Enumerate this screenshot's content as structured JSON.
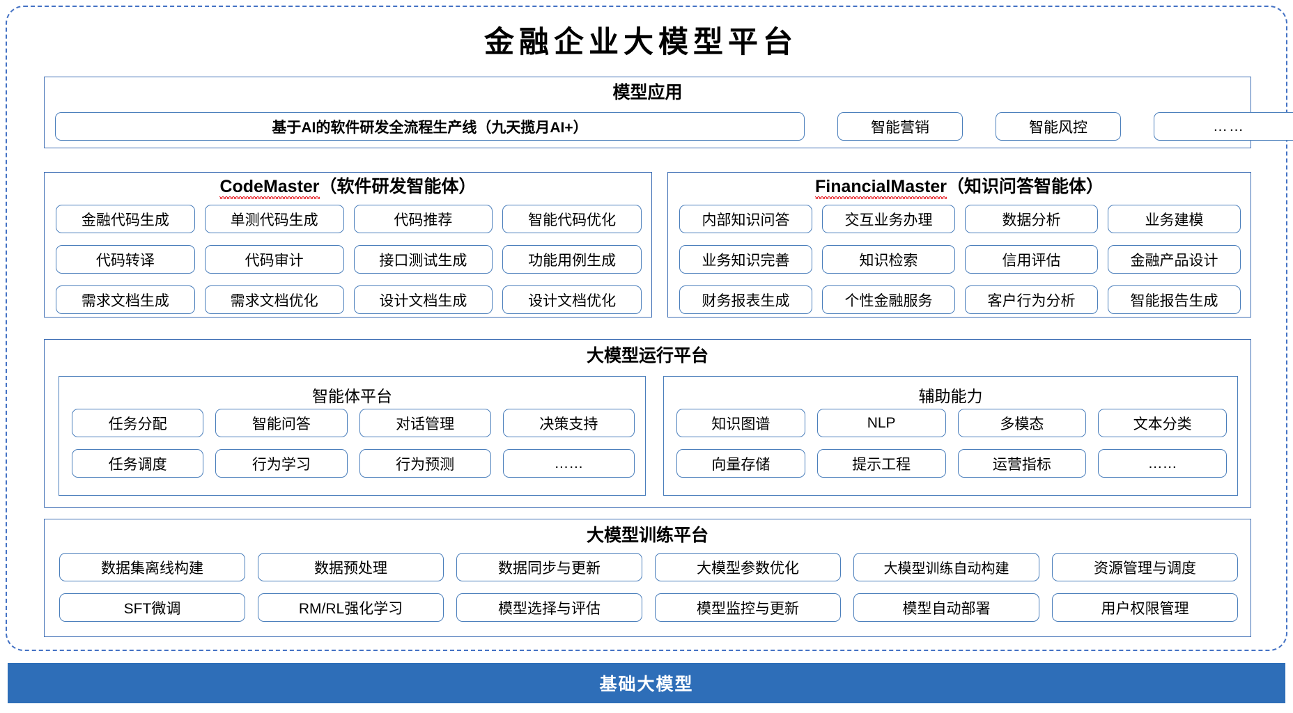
{
  "page": {
    "title": "金融企业大模型平台",
    "accent_blue": "#4472c4",
    "chip_border": "#4a7ebb",
    "footer_blue": "#2e6eb8",
    "spellcheck_red": "#e8232a"
  },
  "model_application": {
    "title": "模型应用",
    "pipeline": "基于AI的软件研发全流程生产线（九天揽月AI+）",
    "items": [
      "智能营销",
      "智能风控"
    ],
    "ellipsis": "……"
  },
  "code_master": {
    "name": "CodeMaster",
    "subtitle": "（软件研发智能体）",
    "spellchecked": true,
    "items": [
      "金融代码生成",
      "单测代码生成",
      "代码推荐",
      "智能代码优化",
      "代码转译",
      "代码审计",
      "接口测试生成",
      "功能用例生成",
      "需求文档生成",
      "需求文档优化",
      "设计文档生成",
      "设计文档优化"
    ]
  },
  "financial_master": {
    "name": "FinancialMaster",
    "subtitle": "（知识问答智能体）",
    "spellchecked": true,
    "items": [
      "内部知识问答",
      "交互业务办理",
      "数据分析",
      "业务建模",
      "业务知识完善",
      "知识检索",
      "信用评估",
      "金融产品设计",
      "财务报表生成",
      "个性金融服务",
      "客户行为分析",
      "智能报告生成"
    ]
  },
  "run_platform": {
    "title": "大模型运行平台",
    "agent_platform": {
      "title": "智能体平台",
      "items": [
        "任务分配",
        "智能问答",
        "对话管理",
        "决策支持",
        "任务调度",
        "行为学习",
        "行为预测",
        "……"
      ]
    },
    "aux_capability": {
      "title": "辅助能力",
      "items": [
        "知识图谱",
        "NLP",
        "多模态",
        "文本分类",
        "向量存储",
        "提示工程",
        "运营指标",
        "……"
      ]
    }
  },
  "train_platform": {
    "title": "大模型训练平台",
    "items": [
      "数据集离线构建",
      "数据预处理",
      "数据同步与更新",
      "大模型参数优化",
      "大模型训练自动构建",
      "资源管理与调度",
      "SFT微调",
      "RM/RL强化学习",
      "模型选择与评估",
      "模型监控与更新",
      "模型自动部署",
      "用户权限管理"
    ]
  },
  "footer": {
    "label": "基础大模型"
  }
}
